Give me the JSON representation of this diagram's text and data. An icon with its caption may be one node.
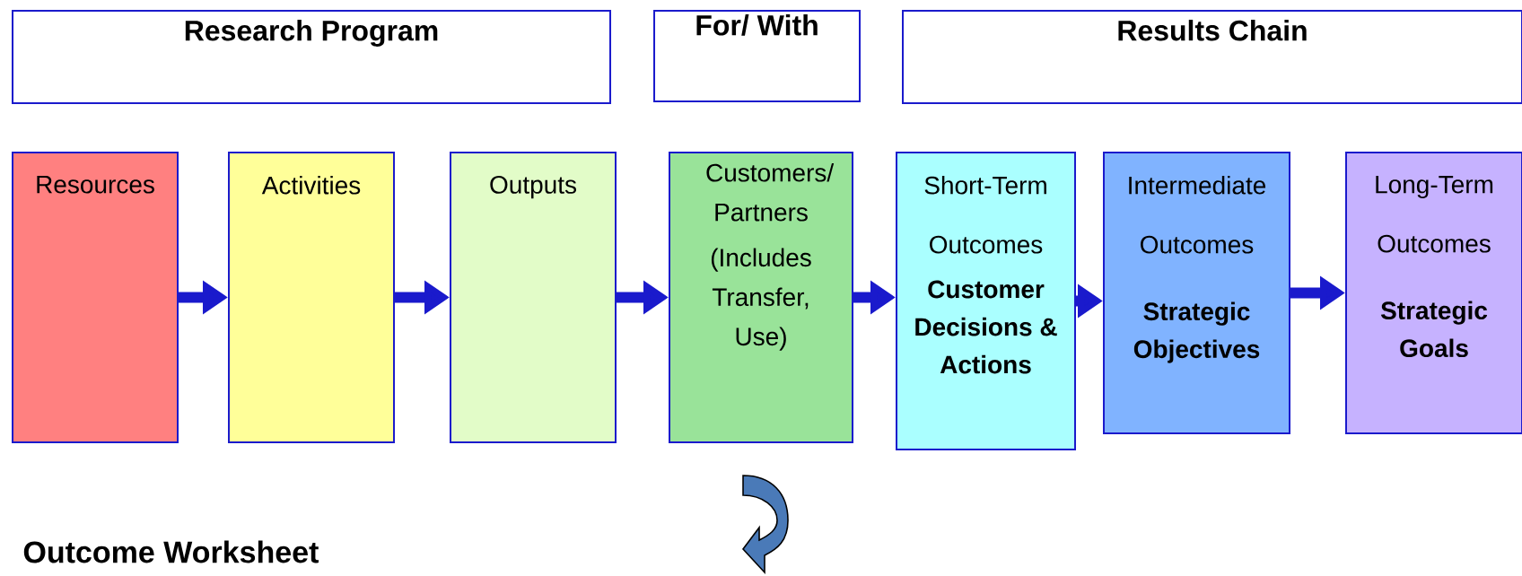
{
  "diagram": {
    "nodes": [
      {
        "text": [
          "Research Program"
        ]
      },
      {
        "text": [
          "For/ With"
        ]
      },
      {
        "text": [
          "Results Chain"
        ]
      },
      {
        "text": [
          "Resources"
        ]
      },
      {
        "text": [
          "Activities"
        ]
      },
      {
        "text": [
          "Outputs"
        ]
      },
      {
        "text": [
          "Customers/ Partners",
          "(Includes Transfer, Use)"
        ]
      },
      {
        "text": [
          "Short-Term Outcomes",
          "Customer Decisions & Actions"
        ]
      },
      {
        "text": [
          "Intermediate Outcomes",
          "Strategic Objectives"
        ]
      },
      {
        "text": [
          "Long-Term Outcomes",
          "Strategic Goals"
        ]
      }
    ],
    "edges": [
      {
        "from": 3,
        "to": 4,
        "arrow": "to"
      },
      {
        "from": 4,
        "to": 5,
        "arrow": "to"
      },
      {
        "from": 5,
        "to": 6,
        "arrow": "to"
      },
      {
        "from": 6,
        "to": 7,
        "arrow": "to"
      },
      {
        "from": 7,
        "to": 8,
        "arrow": "to"
      },
      {
        "from": 8,
        "to": 9,
        "arrow": "to"
      }
    ],
    "labels": [
      "Outcome Worksheet"
    ]
  }
}
